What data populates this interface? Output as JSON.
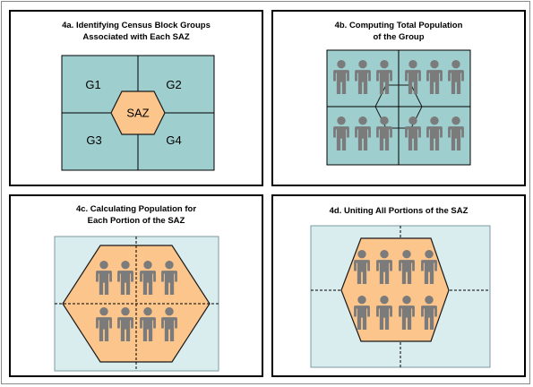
{
  "panels": {
    "a": {
      "title_line1": "4a. Identifying Census Block Groups",
      "title_line2": "Associated with Each SAZ",
      "groups": [
        "G1",
        "G2",
        "G3",
        "G4"
      ],
      "center_label": "SAZ"
    },
    "b": {
      "title_line1": "4b. Computing Total Population",
      "title_line2": "of the Group",
      "people_count": 12
    },
    "c": {
      "title_line1": "4c. Calculating Population for",
      "title_line2": "Each Portion of the SAZ",
      "people_count": 8
    },
    "d": {
      "title_line1": "4d. Uniting  All Portions of the  SAZ",
      "people_count": 8
    }
  },
  "colors": {
    "teal_fill": "#9fcece",
    "light_fill": "#d9ecee",
    "hexagon_fill": "#fbc58c",
    "hexagon_stroke": "#1a1a1a",
    "person_fill": "#7b7b7b",
    "border": "#000000"
  },
  "icons": {
    "person": "person-icon"
  }
}
